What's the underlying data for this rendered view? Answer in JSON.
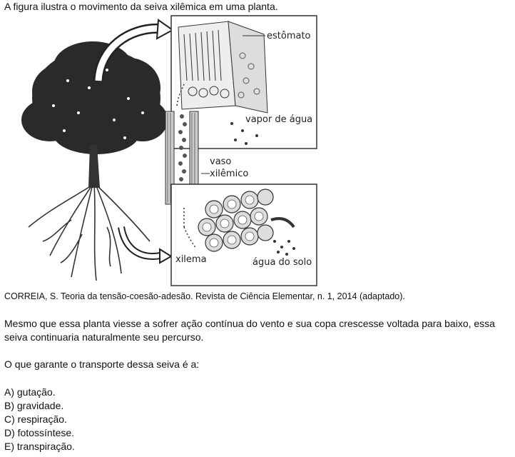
{
  "intro": "A figura ilustra o movimento da seiva xilêmica em uma planta.",
  "figure": {
    "label_estomato": "estômato",
    "label_vapor": "vapor de água",
    "label_vaso_1": "vaso",
    "label_vaso_2": "xilêmico",
    "label_xilema": "xilema",
    "label_agua_solo": "água do solo"
  },
  "citation": "CORREIA, S. Teoria da tensão-coesão-adesão. Revista de Ciência Elementar, n. 1, 2014 (adaptado).",
  "paragraph": "Mesmo que essa planta viesse a sofrer ação contínua do vento e sua copa crescesse voltada para baixo, essa seiva continuaria naturalmente seu percurso.",
  "question": "O que garante o transporte dessa seiva é a:",
  "options": {
    "a": "A) gutação.",
    "b": "B) gravidade.",
    "c": "C) respiração.",
    "d": "D) fotossíntese.",
    "e": "E) transpiração."
  }
}
